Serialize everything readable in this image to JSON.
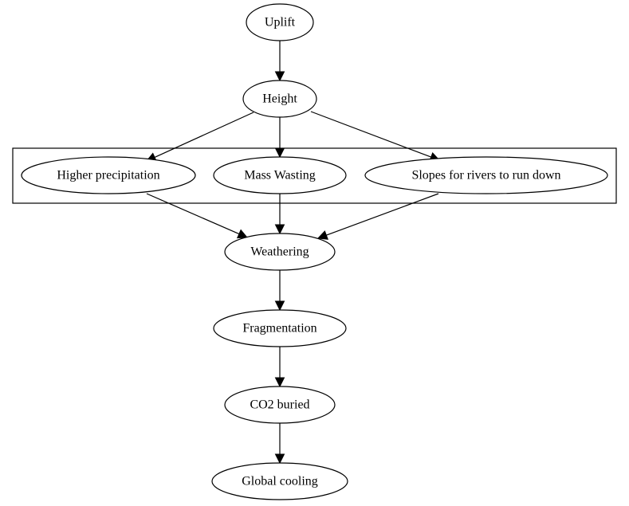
{
  "nodes": {
    "uplift": "Uplift",
    "height": "Height",
    "precip": "Higher precipitation",
    "mass": "Mass Wasting",
    "slopes": "Slopes for rivers to run down",
    "weathering": "Weathering",
    "fragmentation": "Fragmentation",
    "co2": "CO2 buried",
    "cooling": "Global cooling"
  },
  "edges": [
    {
      "from": "uplift",
      "to": "height"
    },
    {
      "from": "height",
      "to": "precip"
    },
    {
      "from": "height",
      "to": "mass"
    },
    {
      "from": "height",
      "to": "slopes"
    },
    {
      "from": "precip",
      "to": "weathering"
    },
    {
      "from": "mass",
      "to": "weathering"
    },
    {
      "from": "slopes",
      "to": "weathering"
    },
    {
      "from": "weathering",
      "to": "fragmentation"
    },
    {
      "from": "fragmentation",
      "to": "co2"
    },
    {
      "from": "co2",
      "to": "cooling"
    }
  ],
  "cluster": [
    "precip",
    "mass",
    "slopes"
  ]
}
